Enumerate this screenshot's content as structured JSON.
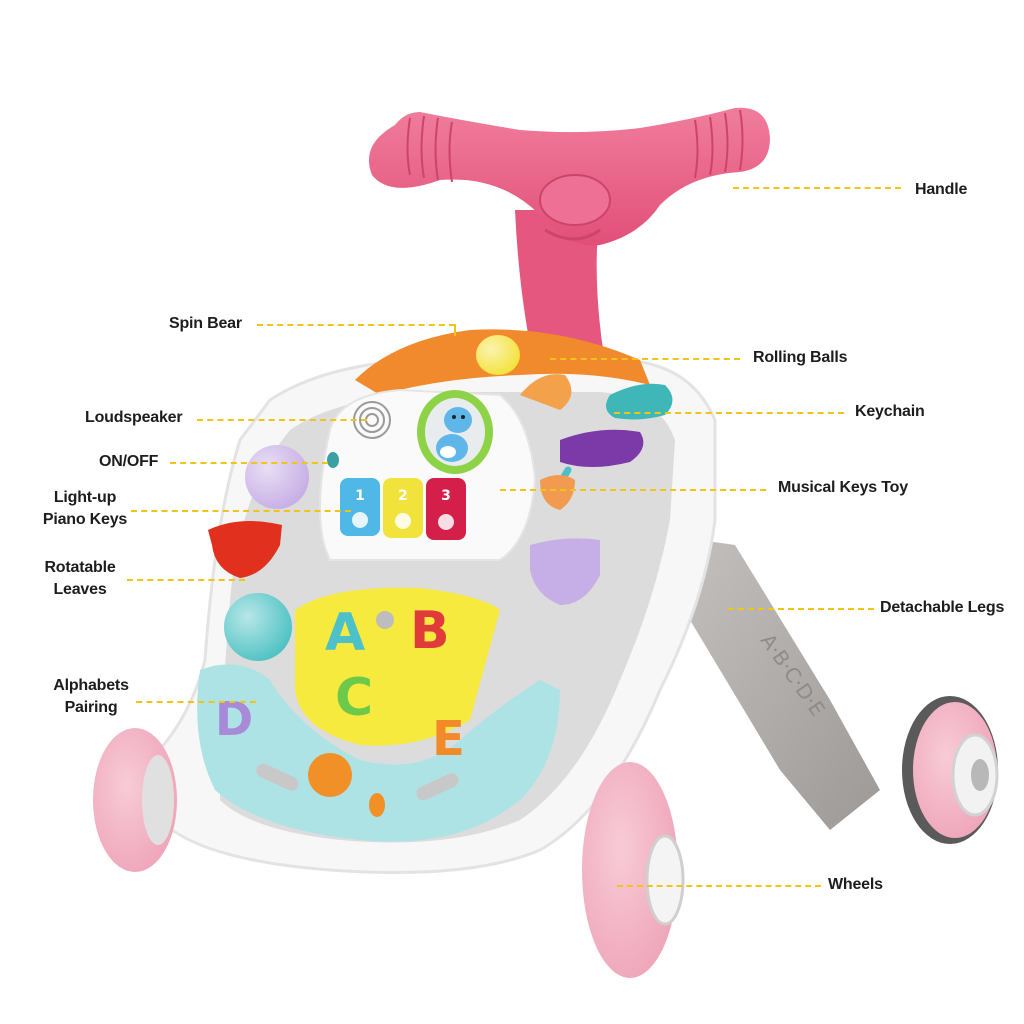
{
  "figure": {
    "subject": "Baby activity walker",
    "colors": {
      "handle": "#e8577e",
      "frame": "#f6f6f6",
      "frame_inner": "#d9d9d9",
      "leg": "#a9a6a3",
      "wheel": "#f3b3c4",
      "leader_line": "#f0c419",
      "label_text": "#1d1d1d",
      "spin_orange": "#f18a2c",
      "teal": "#4fbfc6",
      "purple": "#8a3fb0",
      "yellow_panel": "#f6ea3f",
      "aqua_tray": "#aee3e6"
    },
    "letters": [
      "A",
      "B",
      "C",
      "D",
      "E"
    ],
    "leg_embossing": "A·B·C·D·E",
    "piano_keys": [
      {
        "number": "1",
        "color": "#4fb8e6"
      },
      {
        "number": "2",
        "color": "#f1e23c"
      },
      {
        "number": "3",
        "color": "#d31f4a"
      }
    ]
  },
  "callouts": {
    "handle": "Handle",
    "spin_bear": "Spin Bear",
    "rolling_balls": "Rolling Balls",
    "loudspeaker": "Loudspeaker",
    "keychain": "Keychain",
    "on_off": "ON/OFF",
    "musical_keys_toy": "Musical Keys Toy",
    "piano_keys_line1": "Light-up",
    "piano_keys_line2": "Piano Keys",
    "leaves_line1": "Rotatable",
    "leaves_line2": "Leaves",
    "detachable_legs": "Detachable Legs",
    "alphabets_line1": "Alphabets",
    "alphabets_line2": "Pairing",
    "wheels": "Wheels"
  }
}
